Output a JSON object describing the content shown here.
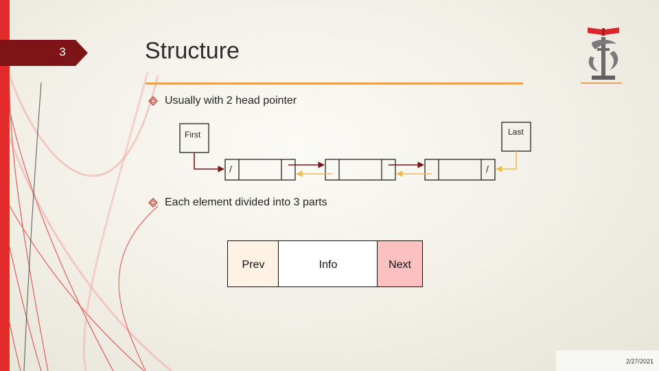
{
  "slide": {
    "number": "3",
    "title": "Structure",
    "date": "2/27/2021"
  },
  "bullets": [
    {
      "text": "Usually with 2 head pointer"
    },
    {
      "text": "Each element divided into 3 parts"
    }
  ],
  "list_diagram": {
    "first_label": "First",
    "last_label": "Last",
    "null_symbol": "/"
  },
  "parts": [
    {
      "label": "Prev",
      "fill": "#fdf2e4"
    },
    {
      "label": "Info",
      "fill": "#ffffff"
    },
    {
      "label": "Next",
      "fill": "#fbc0c0"
    }
  ],
  "colors": {
    "accent_red": "#e32b2b",
    "dark_red": "#7d1417",
    "arrow_red": "#7d1417",
    "arrow_gold": "#efbd4a",
    "rule_orange": "#e8a052"
  }
}
